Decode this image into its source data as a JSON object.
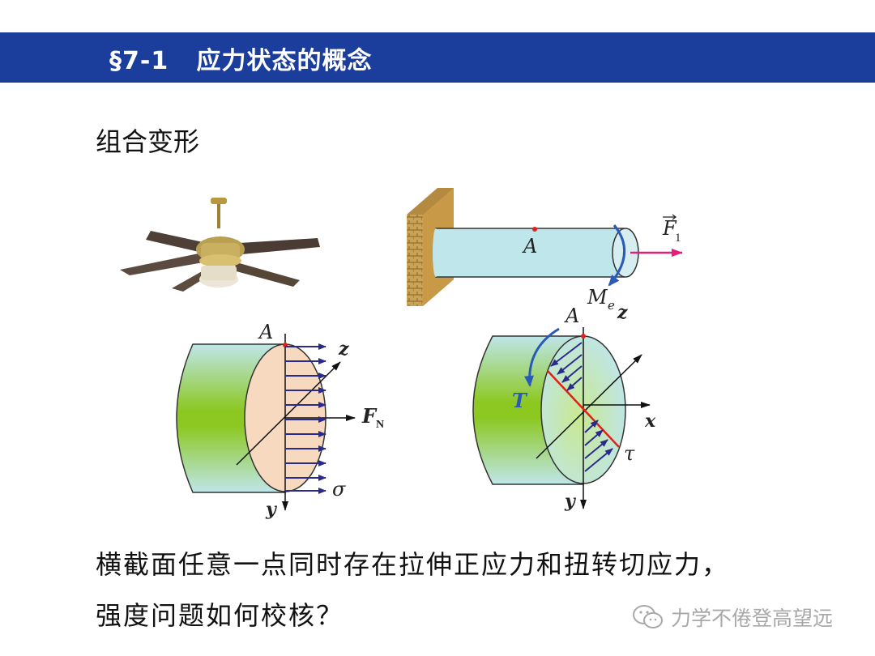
{
  "header": {
    "title": "§7-1   应力状态的概念"
  },
  "subtitle": "组合变形",
  "body": {
    "line1": "横截面任意一点同时存在拉伸正应力和扭转切应力，",
    "line2": "强度问题如何校核？"
  },
  "watermark": {
    "icon": "wechat-icon",
    "text": "力学不倦登高望远"
  },
  "figure_labels": {
    "beam_point": "A",
    "force": "F",
    "force_sub": "1",
    "moment": "M",
    "moment_sub": "e",
    "axis_z_top": "z",
    "left_point": "A",
    "left_z": "z",
    "left_normal_force": "F",
    "left_normal_force_sub": "N",
    "left_sigma": "σ",
    "left_y": "y",
    "right_point": "A",
    "right_torque": "T",
    "right_x": "x",
    "right_tau": "τ",
    "right_y": "y"
  },
  "colors": {
    "title_bar": "#1b3d9c",
    "cylinder_face": "#bfe6ea",
    "gradient_green": "#8cc820",
    "arrow_navy": "#2a2a8c",
    "red_line": "#e0201a",
    "force_pink": "#e0207a",
    "wall": "#c8a050"
  }
}
